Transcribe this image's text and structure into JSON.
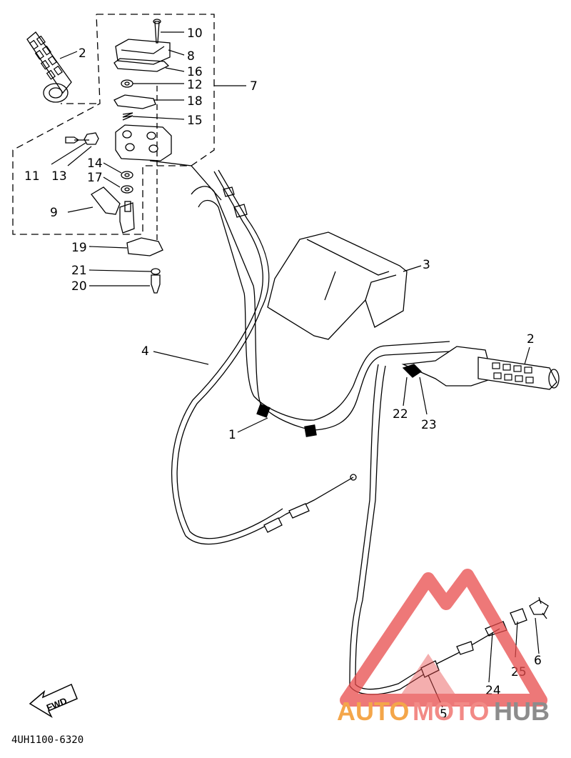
{
  "diagram": {
    "code": "4UH1100-6320",
    "fwd_label": "FWD",
    "callouts": [
      "1",
      "2",
      "2",
      "3",
      "4",
      "5",
      "6",
      "7",
      "8",
      "9",
      "10",
      "11",
      "12",
      "13",
      "14",
      "15",
      "16",
      "17",
      "18",
      "19",
      "20",
      "21",
      "22",
      "23",
      "24",
      "25"
    ]
  },
  "watermark": {
    "part1": "AUTO",
    "part2": "MOTO",
    "part3": "HUB",
    "color_auto": "#f4a64a",
    "color_moto": "#f28a86",
    "color_hub": "#8c8c8c",
    "logo_color": "#e84b4b"
  }
}
